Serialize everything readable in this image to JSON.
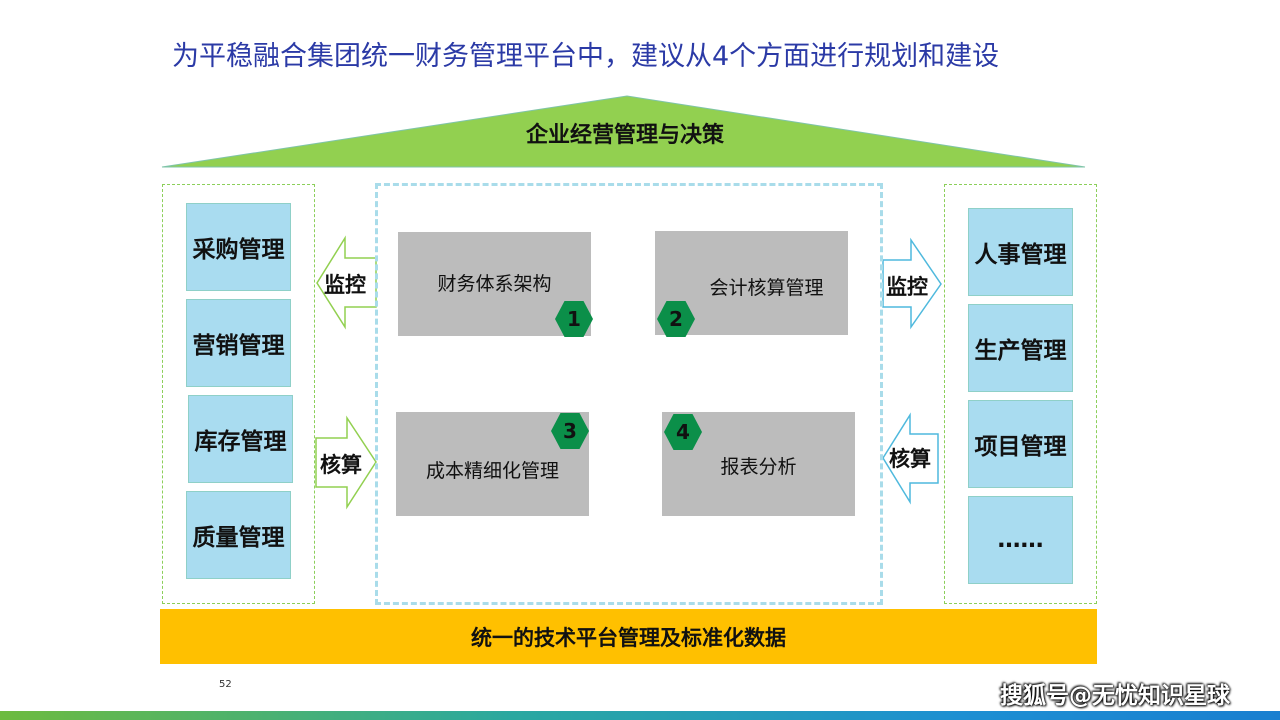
{
  "title": "为平稳融合集团统一财务管理平台中，建议从4个方面进行规划和建设",
  "roof_label": "企业经营管理与决策",
  "left_modules": [
    "采购管理",
    "营销管理",
    "库存管理",
    "质量管理"
  ],
  "right_modules": [
    "人事管理",
    "生产管理",
    "项目管理",
    "……"
  ],
  "center_items": [
    {
      "label": "财务体系架构",
      "number": "1"
    },
    {
      "label": "会计核算管理",
      "number": "2"
    },
    {
      "label": "成本精细化管理",
      "number": "3"
    },
    {
      "label": "报表分析",
      "number": "4"
    }
  ],
  "arrows": {
    "left_top": "监控",
    "left_bottom": "核算",
    "right_top": "监控",
    "right_bottom": "核算"
  },
  "base_label": "统一的技术平台管理及标准化数据",
  "page_number": "52",
  "watermark": "搜狐号@无忧知识星球",
  "colors": {
    "title": "#2b3aa6",
    "roof": "#92d050",
    "module_fill": "#a9dcf0",
    "center_box": "#bcbcbc",
    "badge": "#0b8f49",
    "base": "#ffc000"
  }
}
